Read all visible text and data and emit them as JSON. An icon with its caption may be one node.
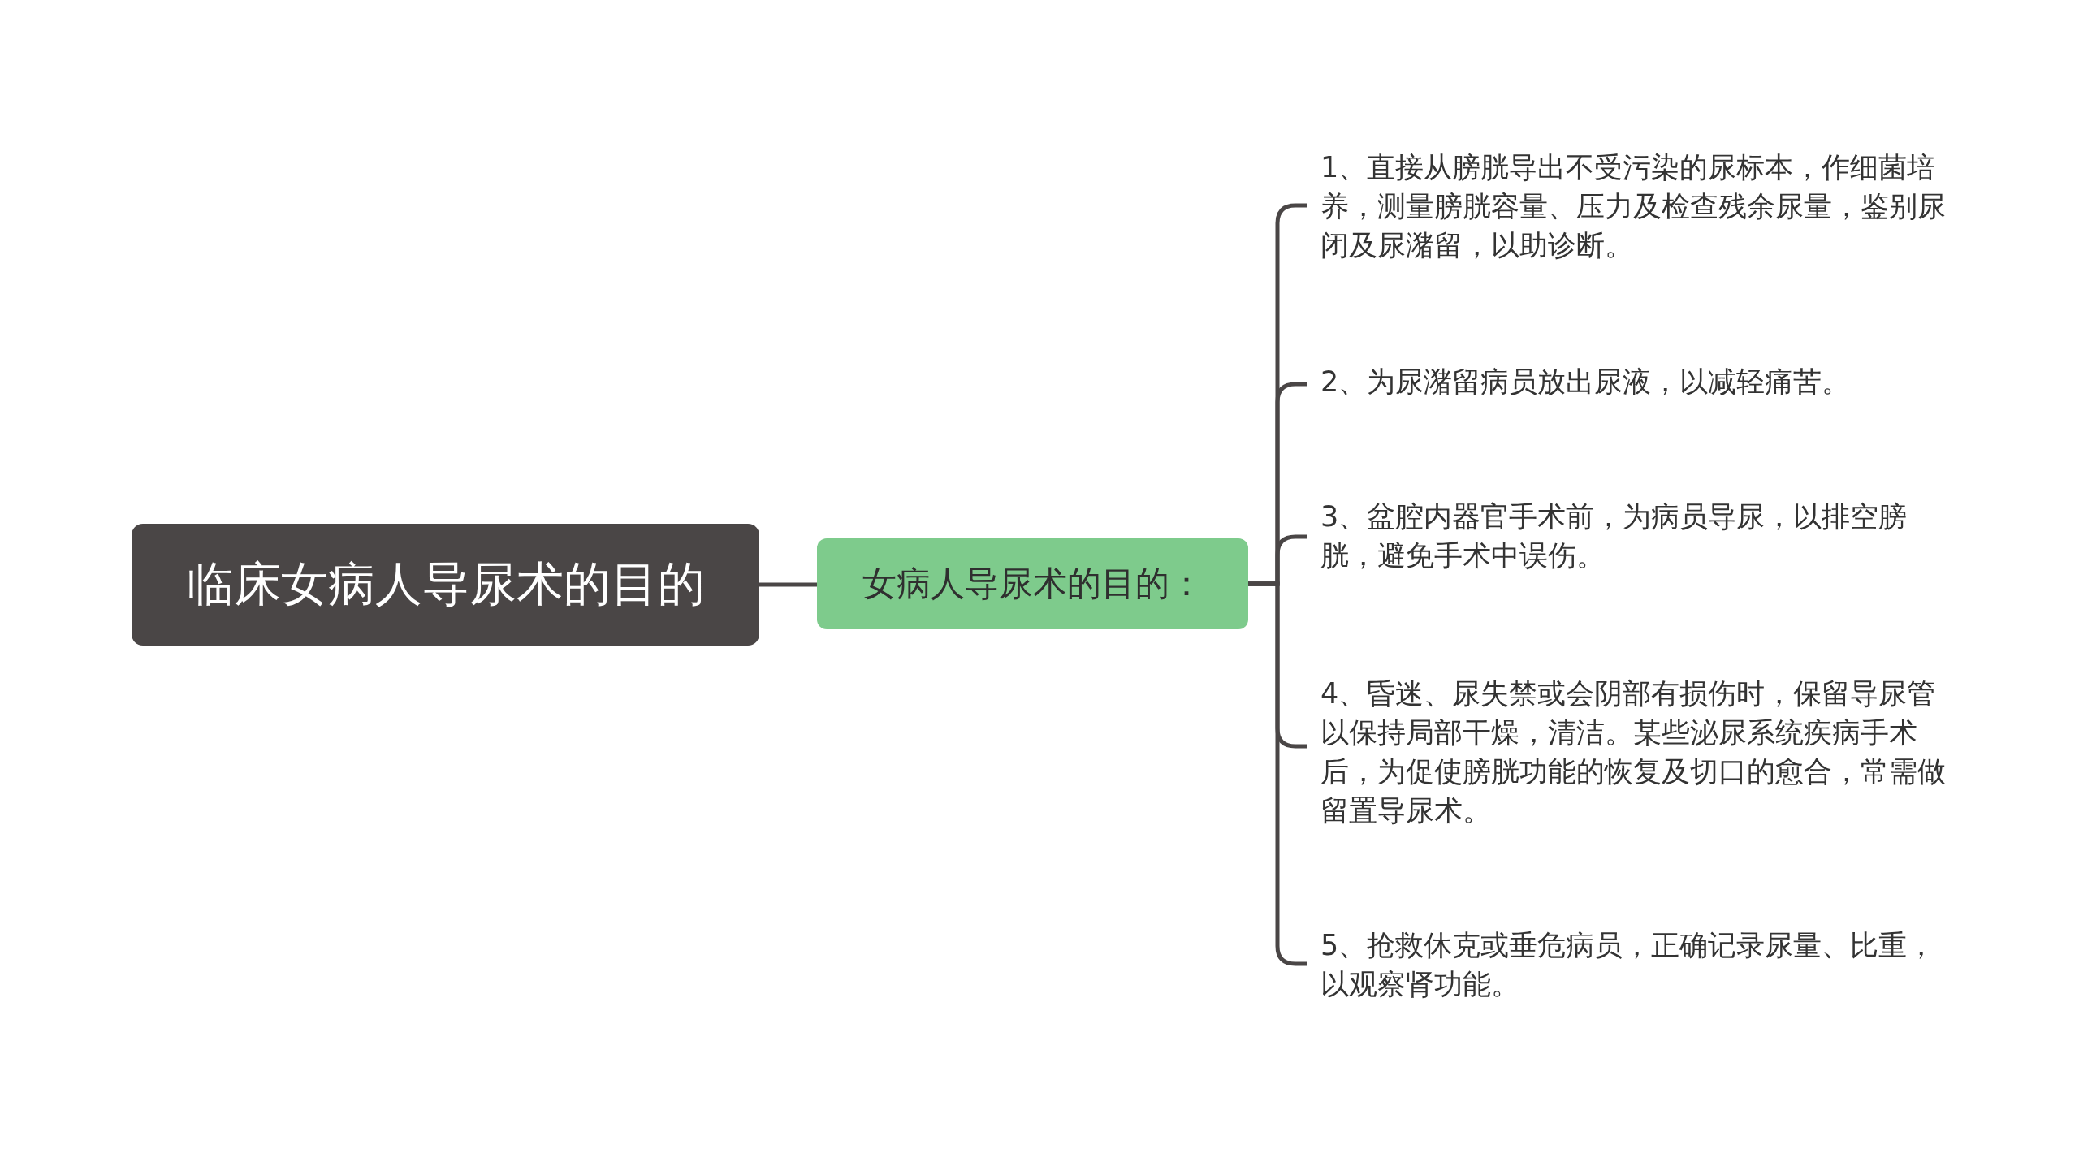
{
  "diagram": {
    "nodes": [
      {
        "text": [
          "临床女病人导尿术的目的"
        ]
      },
      {
        "text": [
          "女病人导尿术的目的："
        ]
      },
      {
        "text": [
          "1、直接从膀胱导出不受污染的尿标本，作细菌培养，测量膀胱容量、压力及检查残余尿量，鉴别尿闭及尿潴留，以助诊断。"
        ]
      },
      {
        "text": [
          "2、为尿潴留病员放出尿液，以减轻痛苦。"
        ]
      },
      {
        "text": [
          "3、盆腔内器官手术前，为病员导尿，以排空膀胱，避免手术中误伤。"
        ]
      },
      {
        "text": [
          "4、昏迷、尿失禁或会阴部有损伤时，保留导尿管以保持局部干燥，清洁。某些泌尿系统疾病手术后，为促使膀胱功能的恢复及切口的愈合，常需做留置导尿术。"
        ]
      },
      {
        "text": [
          "5、抢救休克或垂危病员，正确记录尿量、比重，以观察肾功能。"
        ]
      }
    ],
    "edges": [
      {
        "from": 0,
        "to": 1,
        "arrow": "none"
      },
      {
        "from": 1,
        "to": 2,
        "arrow": "none"
      },
      {
        "from": 1,
        "to": 3,
        "arrow": "none"
      },
      {
        "from": 1,
        "to": 4,
        "arrow": "none"
      },
      {
        "from": 1,
        "to": 5,
        "arrow": "none"
      },
      {
        "from": 1,
        "to": 6,
        "arrow": "none"
      }
    ]
  }
}
